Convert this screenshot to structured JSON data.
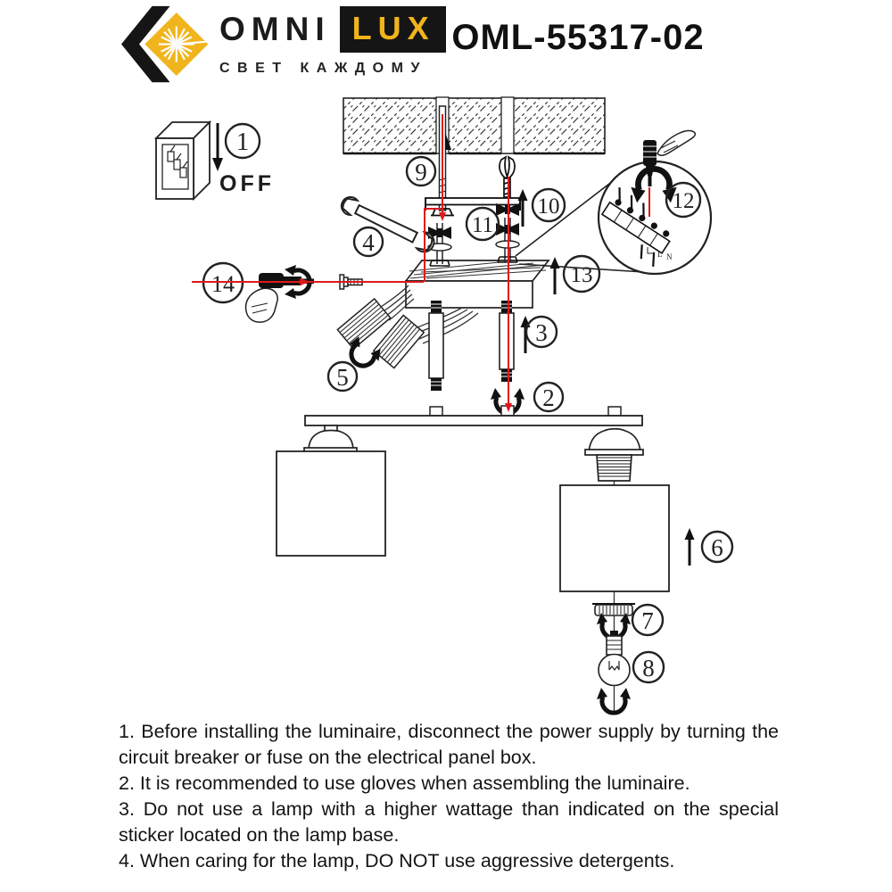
{
  "header": {
    "brand": {
      "omni": "OMNI",
      "lux": "LUX",
      "tagline": "СВЕТ КАЖДОМУ"
    },
    "model": "OML-55317-02"
  },
  "diagram": {
    "power_off_label": "OFF",
    "terminal_labels": {
      "line": "L",
      "neutral": "N"
    },
    "steps": [
      "1",
      "2",
      "3",
      "4",
      "5",
      "6",
      "7",
      "8",
      "9",
      "10",
      "11",
      "12",
      "13",
      "14"
    ],
    "colors": {
      "highlight_red": "#e0181c",
      "brand_yellow": "#f0b41c",
      "ink": "#1c1c1c"
    }
  },
  "instructions": {
    "items": [
      "1. Before installing the luminaire, disconnect the power supply by turning the circuit breaker or fuse on the electrical panel box.",
      "2. It is recommended to use gloves when assembling the luminaire.",
      "3. Do not use a lamp with a higher wattage than indicated on the special sticker located on the lamp base.",
      "4. When caring for the lamp, DO NOT use aggressive detergents."
    ]
  }
}
